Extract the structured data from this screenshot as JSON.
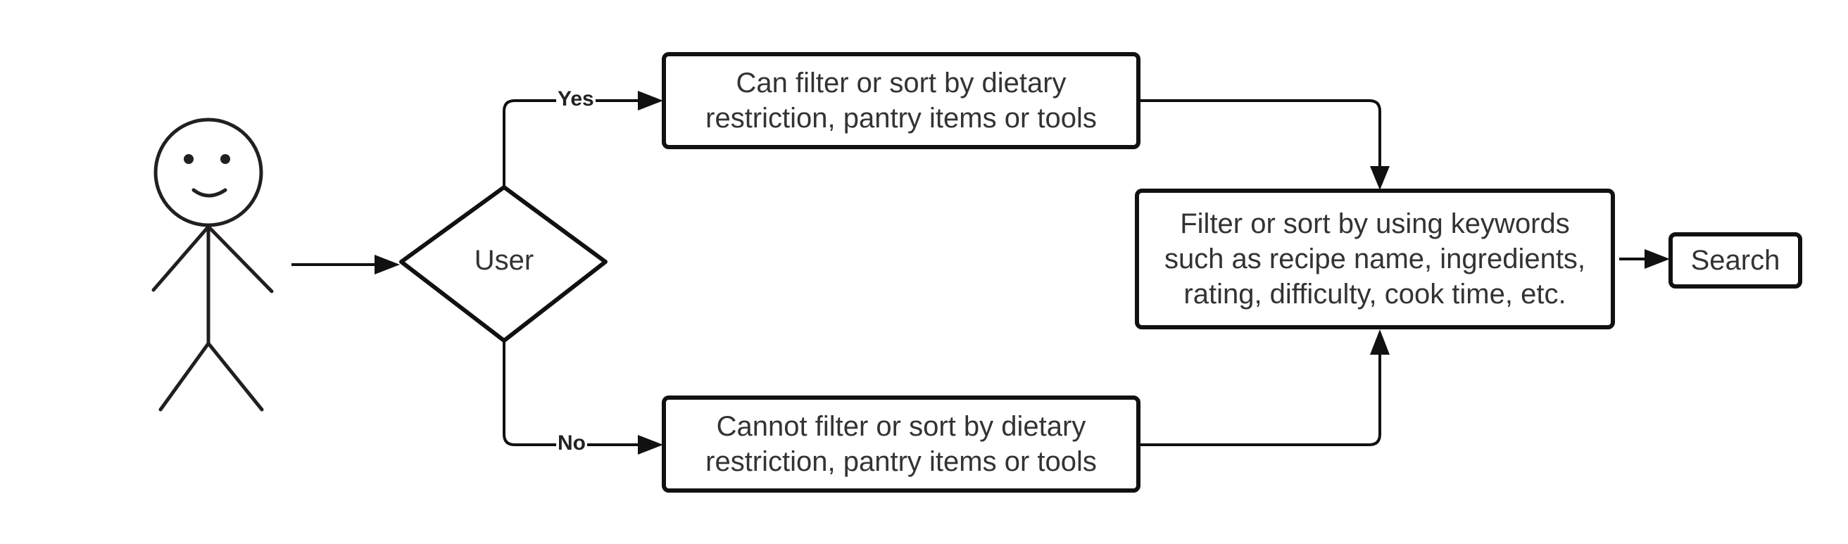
{
  "diagram": {
    "decision": {
      "label": "User"
    },
    "yes_box": {
      "lines": [
        "Can filter or sort by dietary",
        "restriction, pantry items or tools"
      ]
    },
    "no_box": {
      "lines": [
        "Cannot filter or sort by dietary",
        "restriction, pantry items or tools"
      ]
    },
    "keyword_box": {
      "lines": [
        "Filter or sort by using keywords",
        "such as recipe name, ingredients,",
        "rating, difficulty, cook time, etc."
      ]
    },
    "search_box": {
      "label": "Search"
    },
    "edges": {
      "yes_label": "Yes",
      "no_label": "No"
    }
  },
  "colors": {
    "stroke": "#111111",
    "text": "#333333",
    "background": "#ffffff"
  },
  "icons": {
    "actor": "stick-figure-icon"
  }
}
